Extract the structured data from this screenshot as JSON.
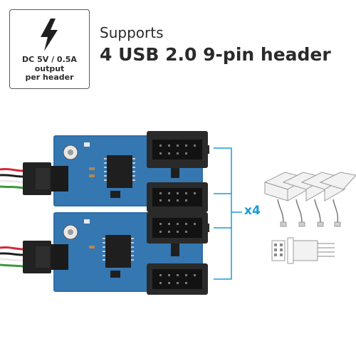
{
  "spec": {
    "icon": "lightning-bolt-icon",
    "line1": "DC 5V / 0.5A",
    "line2": "output",
    "line3": "per header"
  },
  "title": {
    "supports": "Supports",
    "headline": "4 USB 2.0 9-pin header"
  },
  "callout": {
    "label": "x4",
    "color": "#1b9bd7"
  },
  "colors": {
    "pcb": "#2f6fa8",
    "connector": "#2a2a2a",
    "cable_red": "#d8263a",
    "cable_green": "#3a9a3a"
  }
}
